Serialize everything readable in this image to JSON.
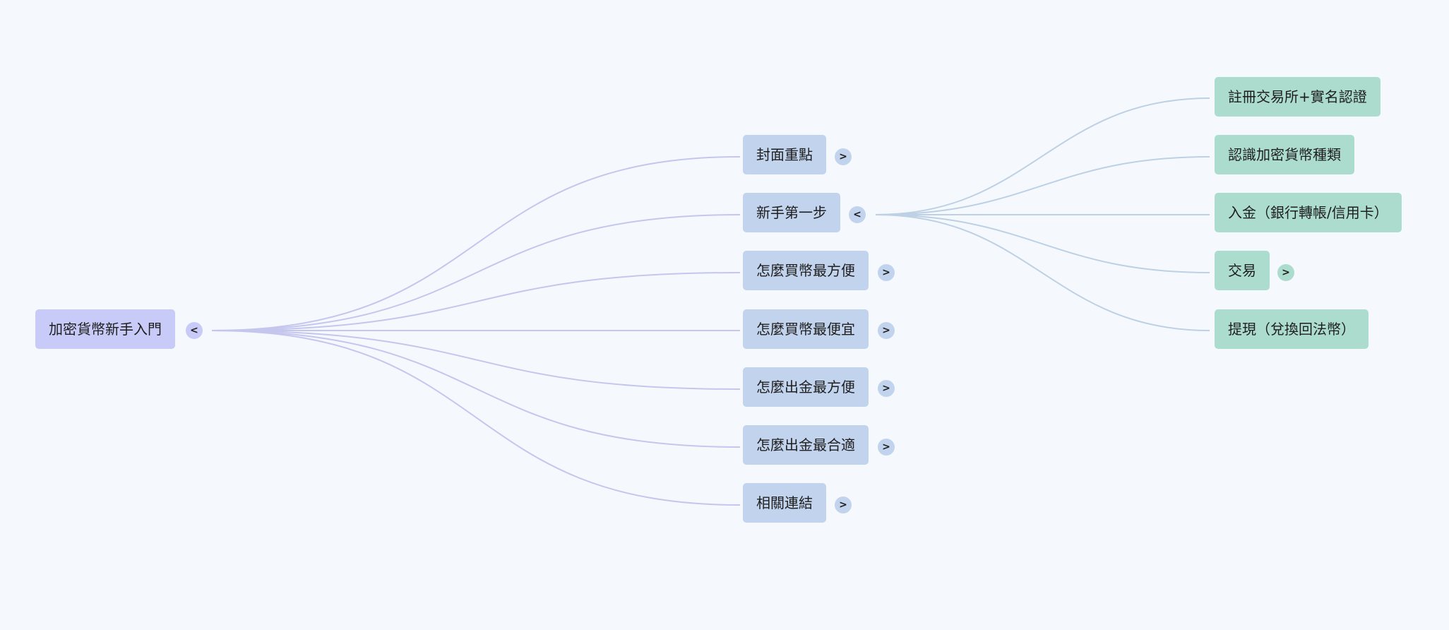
{
  "mindmap": {
    "root": {
      "label": "加密貨幣新手入門",
      "toggle": "<",
      "children": [
        {
          "label": "封面重點",
          "toggle": ">"
        },
        {
          "label": "新手第一步",
          "toggle": "<",
          "children": [
            {
              "label": "註冊交易所+實名認證"
            },
            {
              "label": "認識加密貨幣種類"
            },
            {
              "label": "入金（銀行轉帳/信用卡）"
            },
            {
              "label": "交易",
              "toggle": ">"
            },
            {
              "label": "提現（兌換回法幣）"
            }
          ]
        },
        {
          "label": "怎麼買幣最方便",
          "toggle": ">"
        },
        {
          "label": "怎麼買幣最便宜",
          "toggle": ">"
        },
        {
          "label": "怎麼出金最方便",
          "toggle": ">"
        },
        {
          "label": "怎麼出金最合適",
          "toggle": ">"
        },
        {
          "label": "相關連結",
          "toggle": ">"
        }
      ]
    }
  },
  "colors": {
    "background": "#f5f9fd",
    "root_node": "#c8caf7",
    "level1_node": "#c2d3ed",
    "level2_node": "#acdccd",
    "root_edges": "#c4c6ee",
    "level1_edges": "#bdd0e4"
  }
}
